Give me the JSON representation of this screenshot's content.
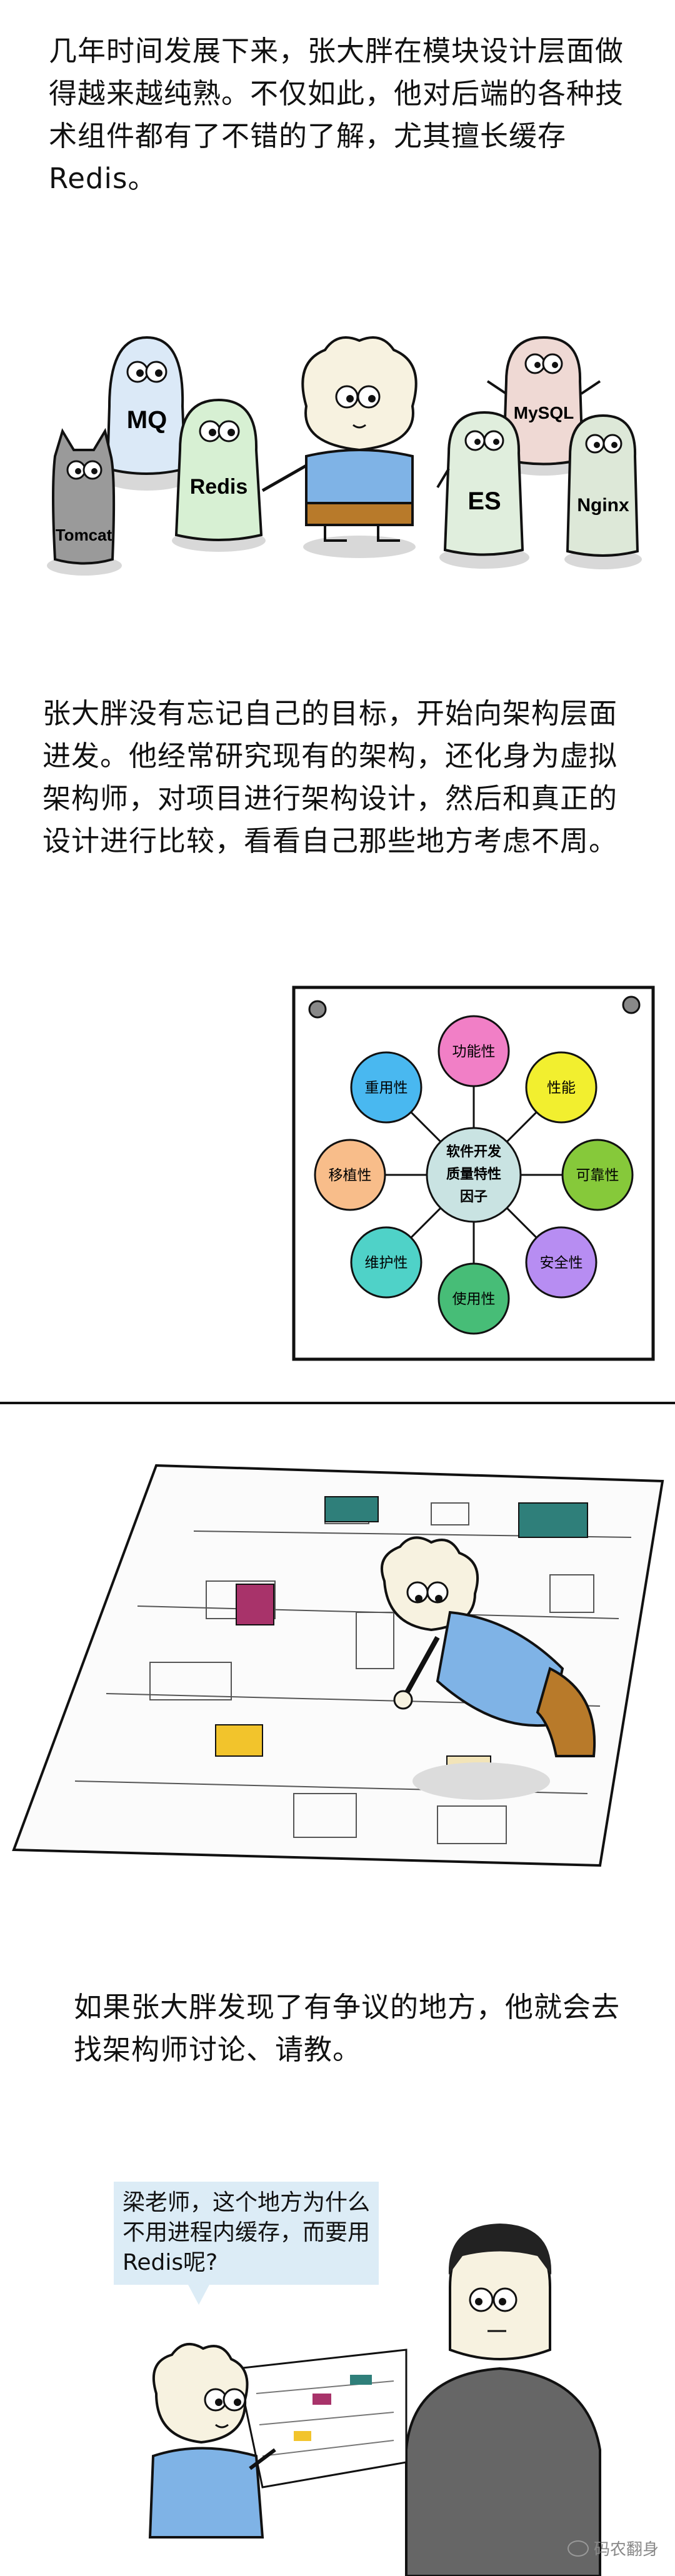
{
  "panel1": {
    "text": "几年时间发展下来，张大胖在模块设计层面做得越来越纯熟。不仅如此，他对后端的各种技术组件都有了不错的了解，尤其擅长缓存Redis。",
    "characters": [
      "MQ",
      "Redis",
      "Tomcat",
      "MySQL",
      "ES",
      "Nginx"
    ]
  },
  "panel2": {
    "text": "张大胖没有忘记自己的目标，开始向架构层面进发。他经常研究现有的架构，还化身为虚拟架构师，对项目进行架构设计，然后和真正的设计进行比较，看看自己那些地方考虑不周。",
    "wheel": {
      "center": [
        "软件开发",
        "质量特性",
        "因子"
      ],
      "petals": [
        {
          "label": "功能性",
          "color": "#f17fc6"
        },
        {
          "label": "性能",
          "color": "#f2ef2f"
        },
        {
          "label": "可靠性",
          "color": "#86c93a"
        },
        {
          "label": "安全性",
          "color": "#b78df2"
        },
        {
          "label": "使用性",
          "color": "#47bd77"
        },
        {
          "label": "维护性",
          "color": "#4fd2c8"
        },
        {
          "label": "移植性",
          "color": "#f8bd8a"
        },
        {
          "label": "重用性",
          "color": "#49b8f0"
        }
      ],
      "center_color": "#c9e3e2"
    }
  },
  "panel4": {
    "text": "如果张大胖发现了有争议的地方，他就会去找架构师讨论、请教。",
    "bubble": "梁老师，这个地方为什么不用进程内缓存，而要用Redis呢?",
    "watermark": "码农翻身"
  }
}
